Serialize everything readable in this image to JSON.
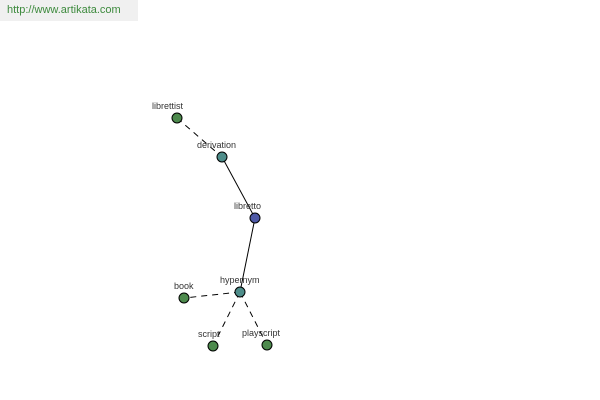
{
  "source_url": "http://www.artikata.com",
  "colors": {
    "edge": "#000000",
    "node_stroke": "#000000",
    "node_focus": "#4e59a6",
    "node_relation": "#4e8d8a",
    "node_term": "#4d8a4d",
    "banner_background": "#f0f0f0",
    "url_text": "#3d8a3d"
  },
  "nodes": [
    {
      "id": "librettist",
      "label": "librettist",
      "kind": "term"
    },
    {
      "id": "derivation",
      "label": "derivation",
      "kind": "relation"
    },
    {
      "id": "libretto",
      "label": "libretto",
      "kind": "focus"
    },
    {
      "id": "hypernym",
      "label": "hypernym",
      "kind": "relation"
    },
    {
      "id": "book",
      "label": "book",
      "kind": "term"
    },
    {
      "id": "script",
      "label": "script",
      "kind": "term"
    },
    {
      "id": "playscript",
      "label": "playscript",
      "kind": "term"
    }
  ],
  "edges": [
    {
      "from": "librettist",
      "to": "derivation",
      "style": "dashed"
    },
    {
      "from": "derivation",
      "to": "libretto",
      "style": "solid"
    },
    {
      "from": "libretto",
      "to": "hypernym",
      "style": "solid"
    },
    {
      "from": "hypernym",
      "to": "book",
      "style": "dashed"
    },
    {
      "from": "hypernym",
      "to": "script",
      "style": "dashed"
    },
    {
      "from": "hypernym",
      "to": "playscript",
      "style": "dashed"
    }
  ]
}
